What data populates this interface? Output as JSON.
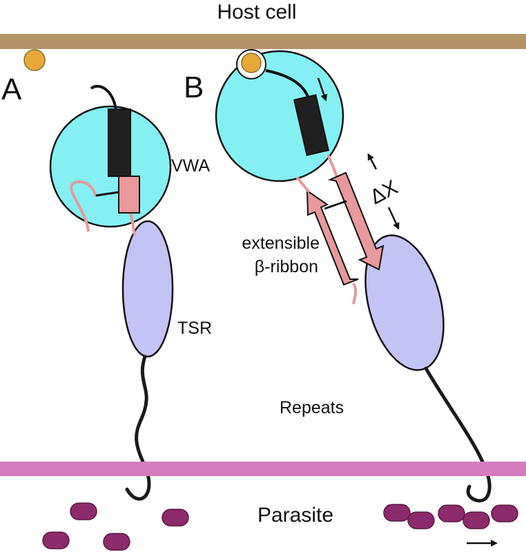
{
  "labels": {
    "host_cell": "Host cell",
    "panel_a": "A",
    "panel_b": "B",
    "vwa": "VWA",
    "tsr": "TSR",
    "delta_x": "ΔX",
    "extensible_line1": "extensible",
    "extensible_line2": "β-ribbon",
    "repeats": "Repeats",
    "parasite": "Parasite"
  },
  "colors": {
    "host_membrane": "#b29467",
    "parasite_membrane": "#d57cbf",
    "ligand": "#e8a93a",
    "vwa_domain": "#84f0f3",
    "tsr_domain": "#c4c3f5",
    "beta_ribbon": "#e9989b",
    "helix": "#202020",
    "pellicle_blobs": "#8c2a6b"
  }
}
